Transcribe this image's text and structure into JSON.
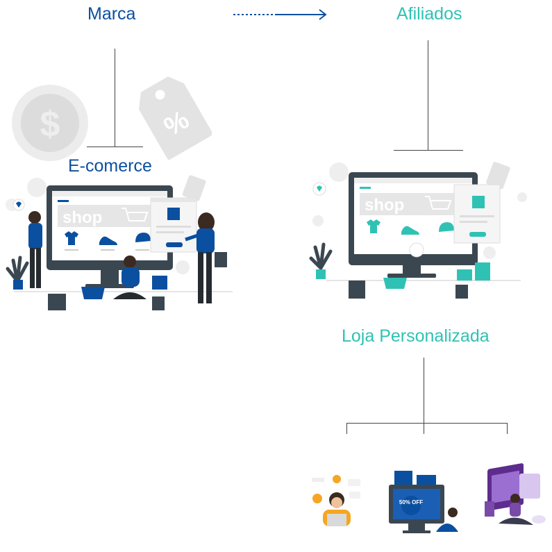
{
  "nodes": {
    "marca": "Marca",
    "afiliados": "Afiliados",
    "ecomerce": "E-comerce",
    "loja": "Loja Personalizada"
  },
  "illustrations": {
    "ecommerce_shop_text": "shop",
    "affiliates_shop_text": "shop",
    "coin_symbol": "$",
    "tag_symbol": "%",
    "offer_text": "50% OFF"
  },
  "colors": {
    "blue": "#0b4fa0",
    "teal": "#2fc2b4",
    "dark": "#3b4750",
    "gray": "#e6e6e6",
    "purple": "#7a4aa8",
    "orange": "#f5a623"
  },
  "icons": [
    "dollar-coin-icon",
    "percent-tag-icon",
    "cart-icon",
    "heart-icon",
    "tshirt-icon",
    "sneaker-icon",
    "cap-icon",
    "plant-icon",
    "shopping-bag-icon",
    "basket-icon",
    "gift-icon"
  ]
}
